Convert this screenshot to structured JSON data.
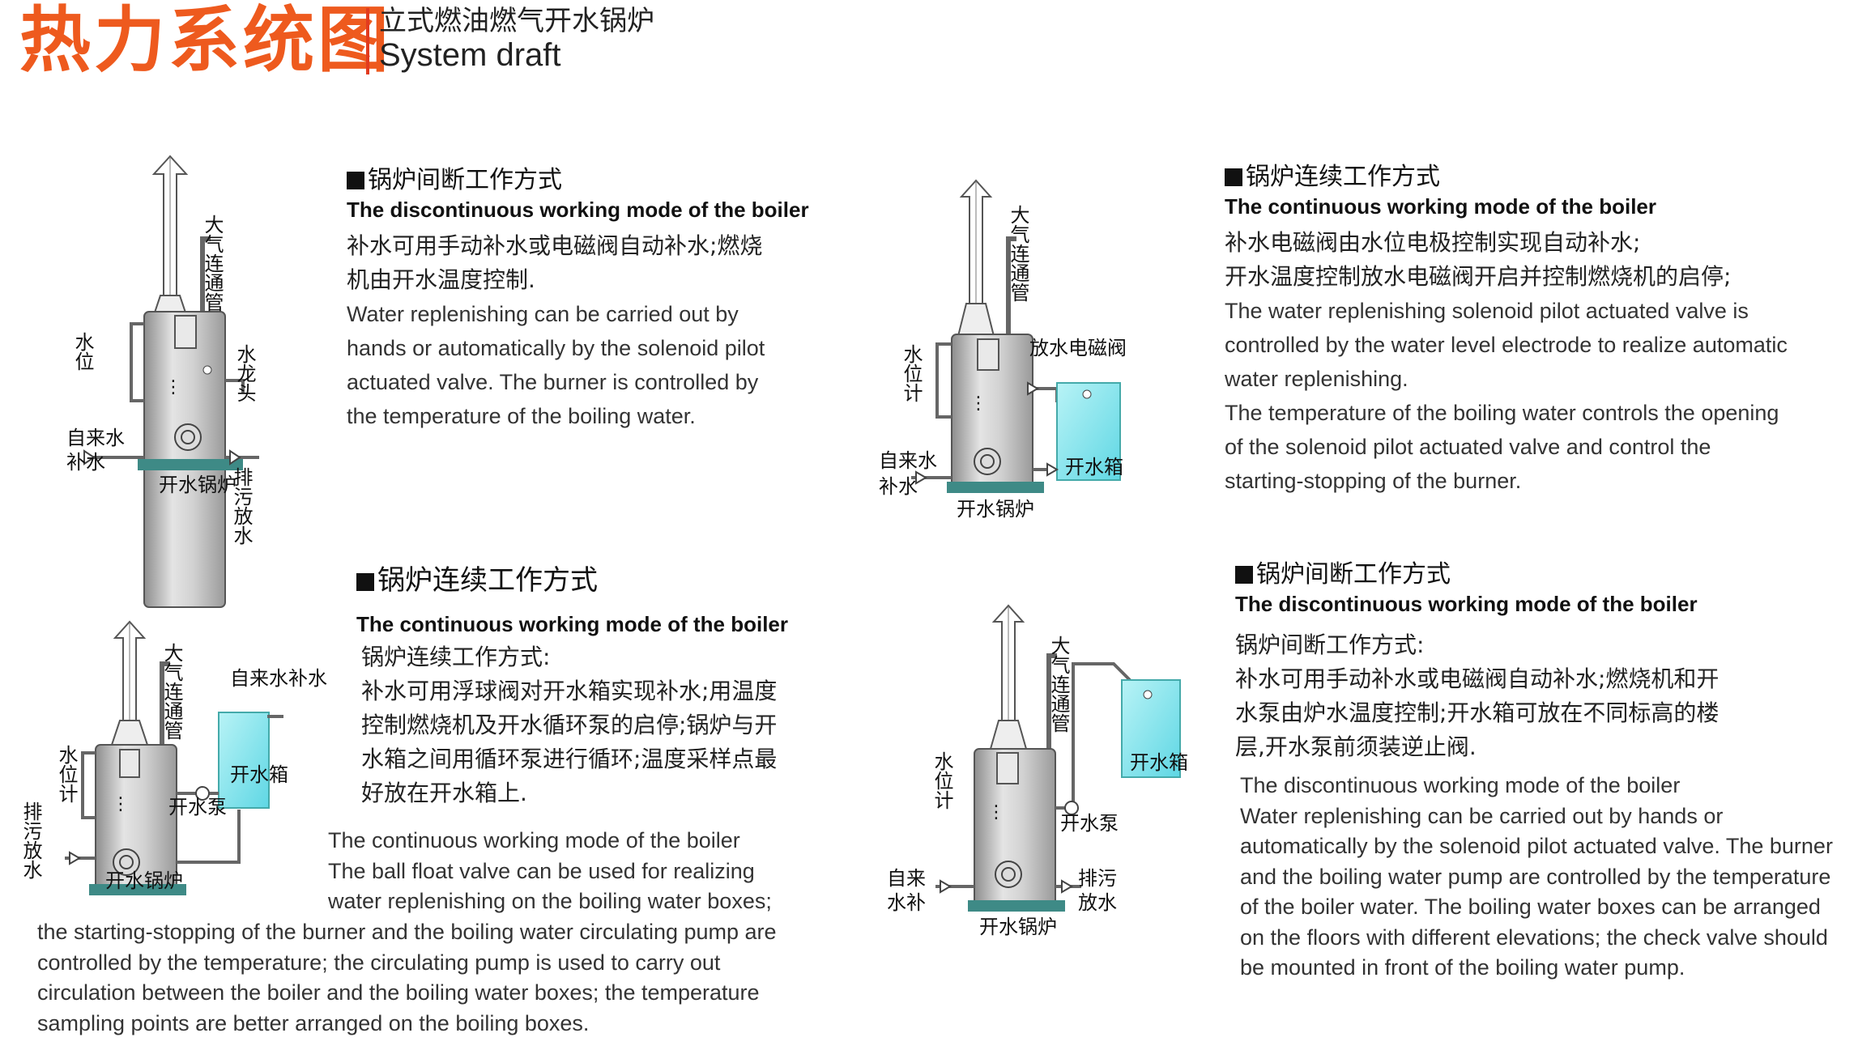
{
  "header": {
    "title_cn": "热力系统图",
    "subtitle_cn": "立式燃油燃气开水锅炉",
    "subtitle_en": "System draft"
  },
  "sections": [
    {
      "heading_cn": "锅炉间断工作方式",
      "heading_en": "The discontinuous working mode of the boiler",
      "body_cn": [
        "补水可用手动补水或电磁阀自动补水;燃烧",
        "机由开水温度控制."
      ],
      "body_en": [
        "Water replenishing can be carried out by",
        "hands or automatically by the solenoid pilot",
        "actuated valve. The burner is controlled by",
        "the temperature of the boiling water."
      ]
    },
    {
      "heading_cn": "锅炉连续工作方式",
      "heading_en": "The continuous working mode of the boiler",
      "body_cn": [
        "补水电磁阀由水位电极控制实现自动补水;",
        "开水温度控制放水电磁阀开启并控制燃烧机的启停;"
      ],
      "body_en": [
        "The water replenishing solenoid pilot actuated valve is",
        "controlled by the water level electrode to realize automatic",
        "water replenishing.",
        "The temperature of the boiling water controls the opening",
        "of the solenoid pilot actuated valve and control the",
        "starting-stopping of the burner."
      ]
    },
    {
      "heading_cn": "锅炉连续工作方式",
      "heading_en": "The continuous working mode of the boiler",
      "body_cn": [
        "锅炉连续工作方式:",
        "补水可用浮球阀对开水箱实现补水;用温度",
        "控制燃烧机及开水循环泵的启停;锅炉与开",
        "水箱之间用循环泵进行循环;温度采样点最",
        "好放在开水箱上."
      ],
      "body_en": [
        "The continuous working mode of the boiler",
        "The ball float valve can be used for realizing",
        "water replenishing on the boiling water boxes;",
        "the starting-stopping of the burner and the boiling water circulating pump are",
        "controlled by the temperature; the circulating pump is used to carry out",
        "circulation between the boiler and the boiling water boxes; the temperature",
        "sampling points are better arranged on the boiling boxes."
      ]
    },
    {
      "heading_cn": "锅炉间断工作方式",
      "heading_en": "The discontinuous working mode of the boiler",
      "body_cn": [
        "锅炉间断工作方式:",
        "补水可用手动补水或电磁阀自动补水;燃烧机和开",
        "水泵由炉水温度控制;开水箱可放在不同标高的楼",
        "层,开水泵前须装逆止阀."
      ],
      "body_en": [
        "The discontinuous working mode of the boiler",
        "Water replenishing can be carried out by hands or",
        "automatically by the solenoid pilot actuated valve. The burner",
        "and the boiling water pump are controlled by the temperature",
        "of the boiler water. The boiling water boxes can be arranged",
        "on the floors with different elevations; the check valve should",
        "be mounted in front of the boiling water pump."
      ]
    }
  ],
  "diagram_labels": {
    "vent_pipe": "大气连通管",
    "water_level": "水位",
    "water_level_gauge": "水位计",
    "faucet": "水龙头",
    "tap_makeup": "自来水补水",
    "tap_makeup_a": "自来水",
    "tap_makeup_b": "补水",
    "tap_makeup_c": "自来",
    "tap_makeup_d": "水补",
    "boiler": "开水锅炉",
    "drain": "排污放水",
    "drain_a": "排污",
    "drain_b": "放水",
    "drain_solenoid": "放水电磁阀",
    "water_box": "开水箱",
    "water_pump": "开水泵"
  },
  "colors": {
    "accent": "#ee5a1e",
    "boiler_body": "#c9c9c9",
    "water_box": "#7fe3ec",
    "base": "#3e8a86"
  }
}
